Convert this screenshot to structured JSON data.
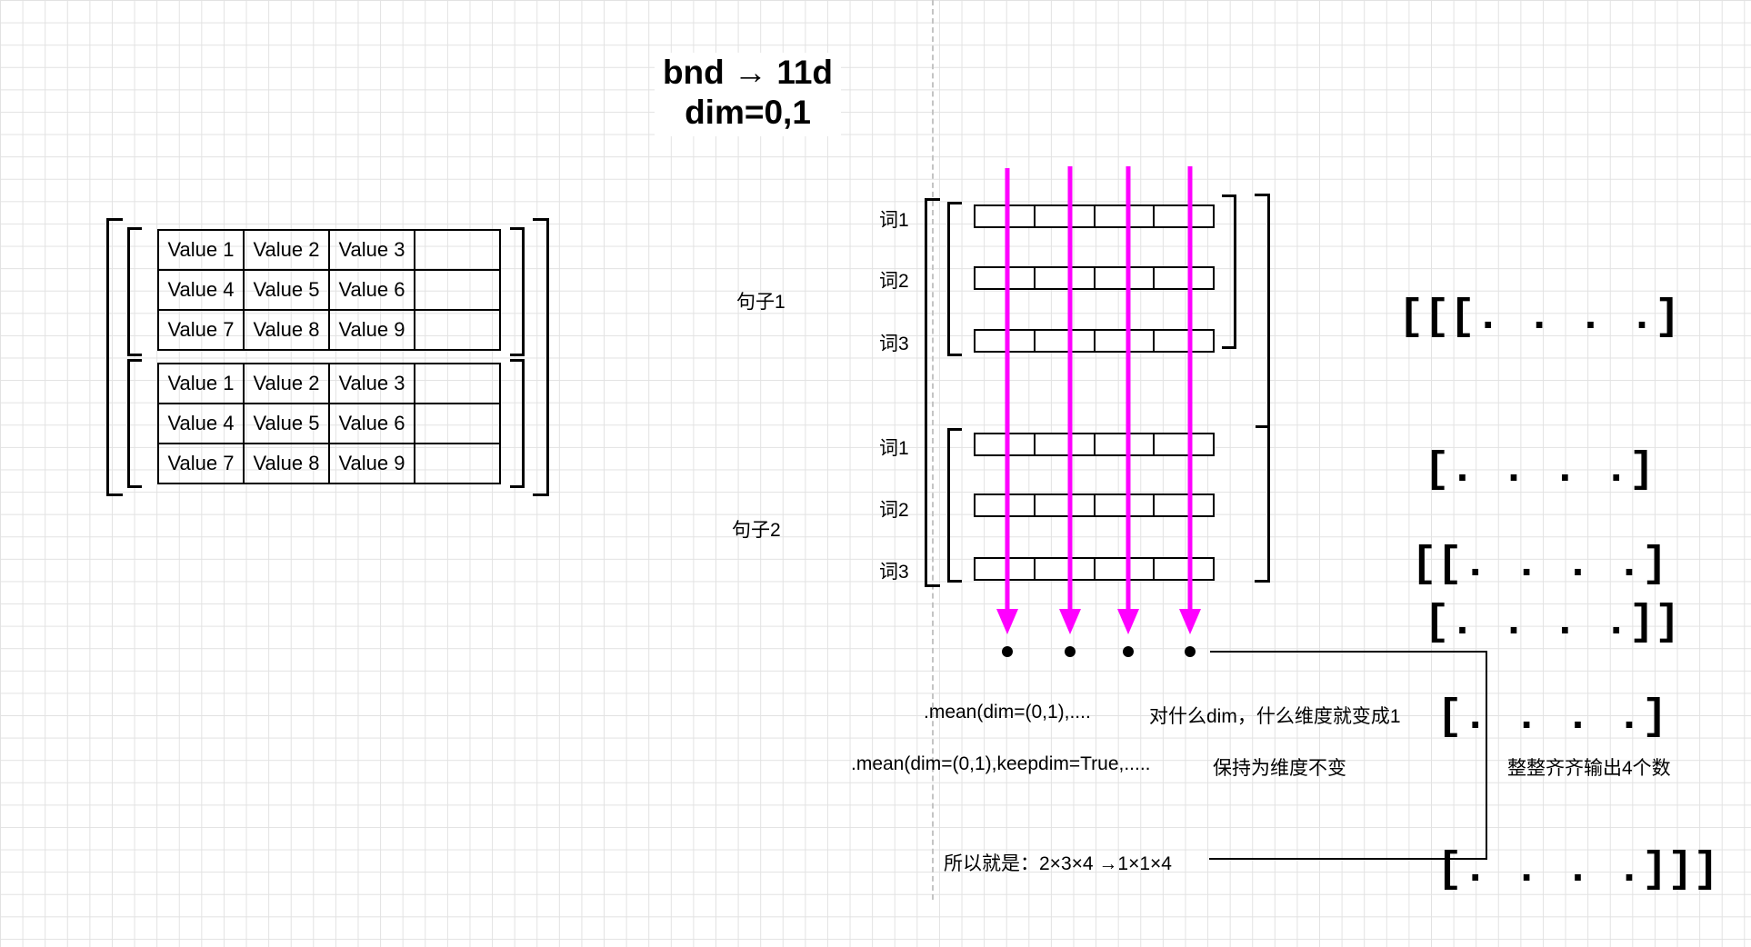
{
  "title": {
    "line1": "bnd → 11d",
    "line2": "dim=0,1"
  },
  "left_tensor": {
    "block1": [
      [
        "Value 1",
        "Value 2",
        "Value 3",
        ""
      ],
      [
        "Value 4",
        "Value 5",
        "Value 6",
        ""
      ],
      [
        "Value 7",
        "Value 8",
        "Value 9",
        ""
      ]
    ],
    "block2": [
      [
        "Value 1",
        "Value 2",
        "Value 3",
        ""
      ],
      [
        "Value 4",
        "Value 5",
        "Value 6",
        ""
      ],
      [
        "Value 7",
        "Value 8",
        "Value 9",
        ""
      ]
    ]
  },
  "sentences": [
    {
      "label": "句子1",
      "words": [
        "词1",
        "词2",
        "词3"
      ]
    },
    {
      "label": "句子2",
      "words": [
        "词1",
        "词2",
        "词3"
      ]
    }
  ],
  "matrix_repr": {
    "block1": [
      "[[[. . . .]",
      " [. . . .]",
      " [. . . .]]"
    ],
    "block2": [
      " [[. . . .]",
      "  [. . . .]",
      "  [. . . .]]]"
    ]
  },
  "notes": {
    "mean_code": ".mean(dim=(0,1),....",
    "mean_desc": "对什么dim，什么维度就变成1",
    "keepdim_code": ".mean(dim=(0,1),keepdim=True,.....",
    "keepdim_desc": "保持为维度不变",
    "output_desc": "整整齐齐输出4个数",
    "summary": "所以就是：2×3×4 →1×1×4"
  },
  "colors": {
    "arrow": "#ff00ff",
    "grid": "#e2e2e2",
    "divider": "#c4c4c4"
  },
  "icons": {
    "arrow": "arrow-down-icon",
    "dot": "result-dot-icon"
  }
}
